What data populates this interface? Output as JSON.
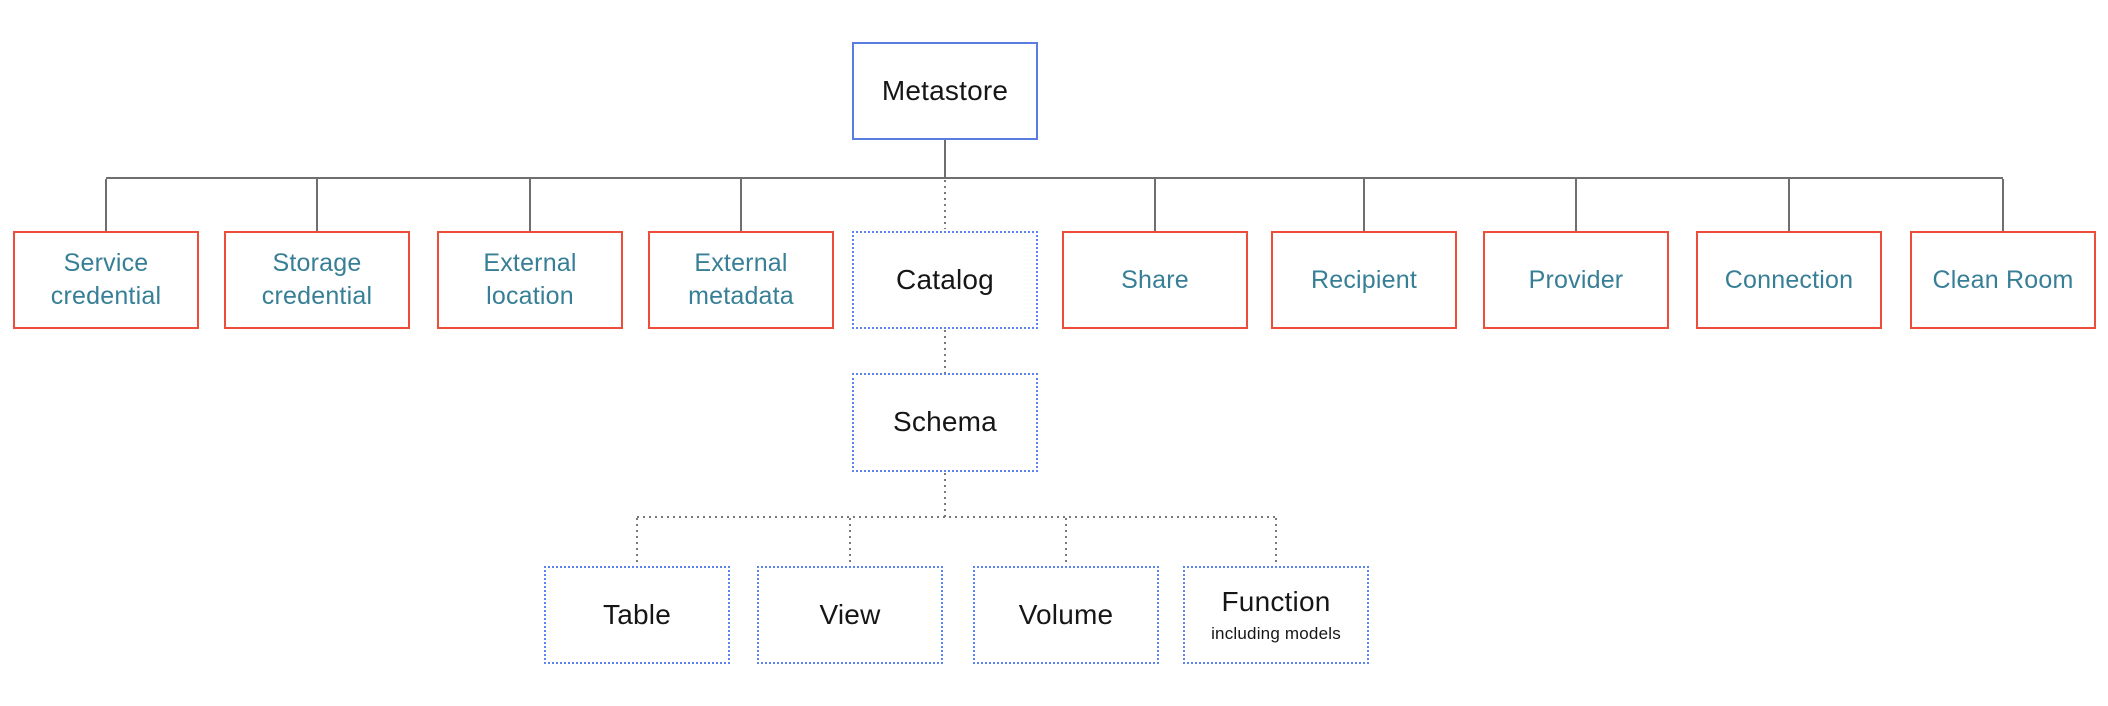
{
  "diagram": {
    "root": {
      "label": "Metastore"
    },
    "level2": [
      {
        "label": "Service credential",
        "border": "solid-red",
        "text_color": "teal",
        "connector": "solid"
      },
      {
        "label": "Storage credential",
        "border": "solid-red",
        "text_color": "teal",
        "connector": "solid"
      },
      {
        "label": "External location",
        "border": "solid-red",
        "text_color": "teal",
        "connector": "solid"
      },
      {
        "label": "External metadata",
        "border": "solid-red",
        "text_color": "teal",
        "connector": "solid"
      },
      {
        "label": "Catalog",
        "border": "dotted-blue",
        "text_color": "black",
        "connector": "dotted"
      },
      {
        "label": "Share",
        "border": "solid-red",
        "text_color": "teal",
        "connector": "solid"
      },
      {
        "label": "Recipient",
        "border": "solid-red",
        "text_color": "teal",
        "connector": "solid"
      },
      {
        "label": "Provider",
        "border": "solid-red",
        "text_color": "teal",
        "connector": "solid"
      },
      {
        "label": "Connection",
        "border": "solid-red",
        "text_color": "teal",
        "connector": "solid"
      },
      {
        "label": "Clean Room",
        "border": "solid-red",
        "text_color": "teal",
        "connector": "solid"
      }
    ],
    "level3": {
      "label": "Schema",
      "border": "dotted-blue",
      "connector": "dotted"
    },
    "level4": [
      {
        "label": "Table",
        "border": "dotted-blue",
        "connector": "dotted"
      },
      {
        "label": "View",
        "border": "dotted-blue",
        "connector": "dotted"
      },
      {
        "label": "Volume",
        "border": "dotted-blue",
        "connector": "dotted"
      },
      {
        "label": "Function",
        "sublabel": "including models",
        "border": "dotted-blue",
        "connector": "dotted"
      }
    ]
  },
  "colors": {
    "solid_blue_border": "#5a7de2",
    "dotted_blue_border": "#5b84f0",
    "red_border": "#ee4d3a",
    "teal_text": "#377f96",
    "black_text": "#161616",
    "connector_gray_solid": "#6f6f6f",
    "connector_gray_dotted": "#7a7a7a",
    "background": "#ffffff"
  }
}
